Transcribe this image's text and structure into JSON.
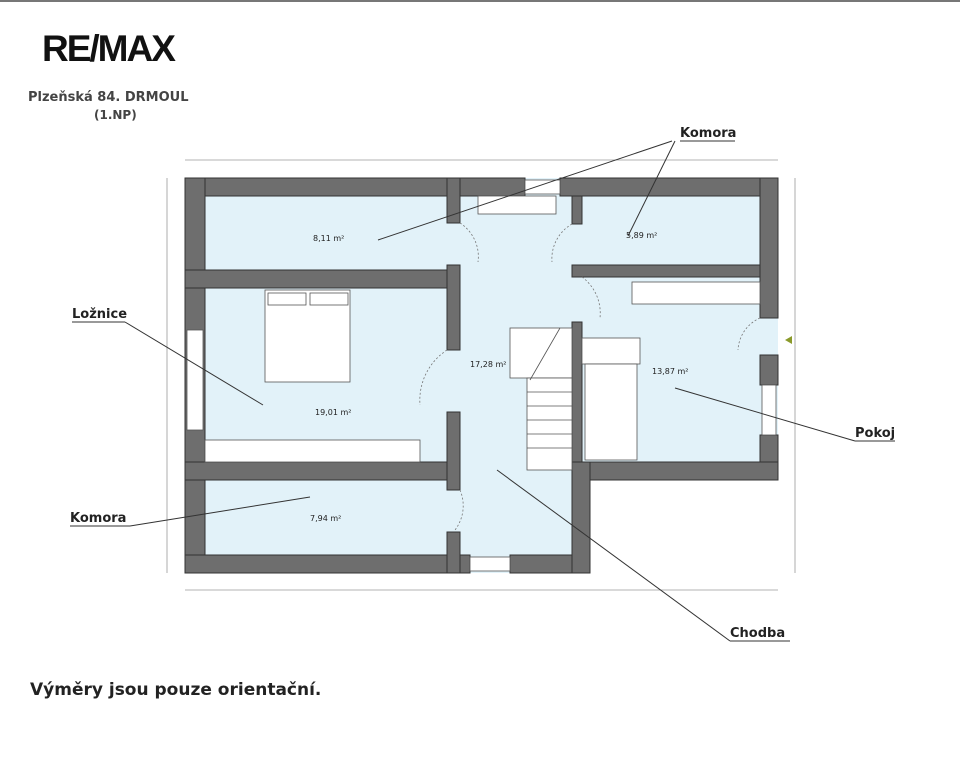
{
  "header": {
    "logo": "RE/MAX",
    "address": "Plzeňská  84. DRMOUL",
    "floor": "(1.NP)"
  },
  "rooms": [
    {
      "name": "Komora",
      "area": "8,11 m²"
    },
    {
      "name": "Komora",
      "area": "5,89 m²"
    },
    {
      "name": "Ložnice",
      "area": "19,01 m²"
    },
    {
      "name": "Chodba",
      "area": "17,28 m²"
    },
    {
      "name": "Pokoj",
      "area": "13,87 m²"
    },
    {
      "name": "Komora",
      "area": "7,94 m²"
    }
  ],
  "footer": {
    "note": "Výměry jsou pouze orientační."
  },
  "colors": {
    "wall": "#6e6e6e",
    "room": "#e2f2f9",
    "line": "#333333"
  }
}
